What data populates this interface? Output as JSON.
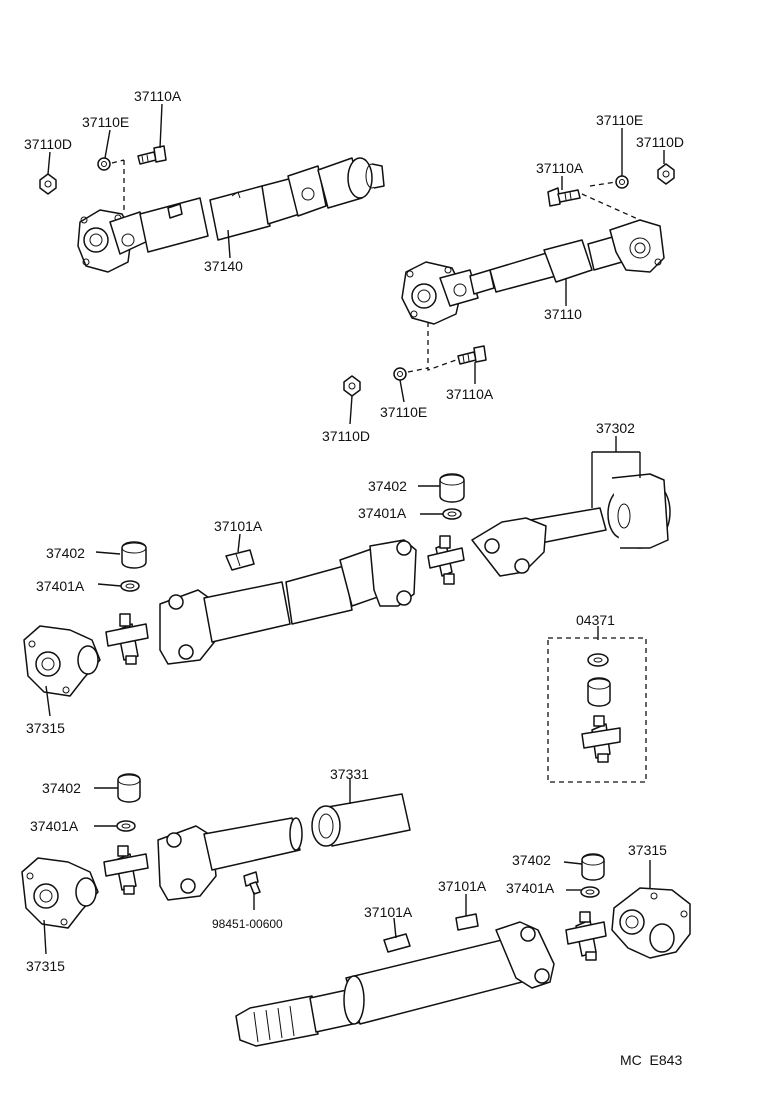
{
  "labels": {
    "top_left_37110A": "37110A",
    "top_left_37110E": "37110E",
    "top_left_37110D": "37110D",
    "top_left_37140": "37140",
    "top_right_37110E": "37110E",
    "top_right_37110D": "37110D",
    "top_right_37110A": "37110A",
    "top_right_37110": "37110",
    "mid_37110A": "37110A",
    "mid_37110E": "37110E",
    "mid_37110D": "37110D",
    "c_37302": "37302",
    "c_37402_a": "37402",
    "c_37401A_a": "37401A",
    "c_37101A": "37101A",
    "c_37402_b": "37402",
    "c_37401A_b": "37401A",
    "c_37315": "37315",
    "c_04371": "04371",
    "b_37331": "37331",
    "b_37402_a": "37402",
    "b_37401A_a": "37401A",
    "b_37315_left": "37315",
    "b_98451": "98451-00600",
    "b_37101A_a": "37101A",
    "b_37101A_b": "37101A",
    "b_37402_b": "37402",
    "b_37401A_b": "37401A",
    "b_37315_right": "37315"
  },
  "footer": {
    "code": "MC  E843"
  }
}
